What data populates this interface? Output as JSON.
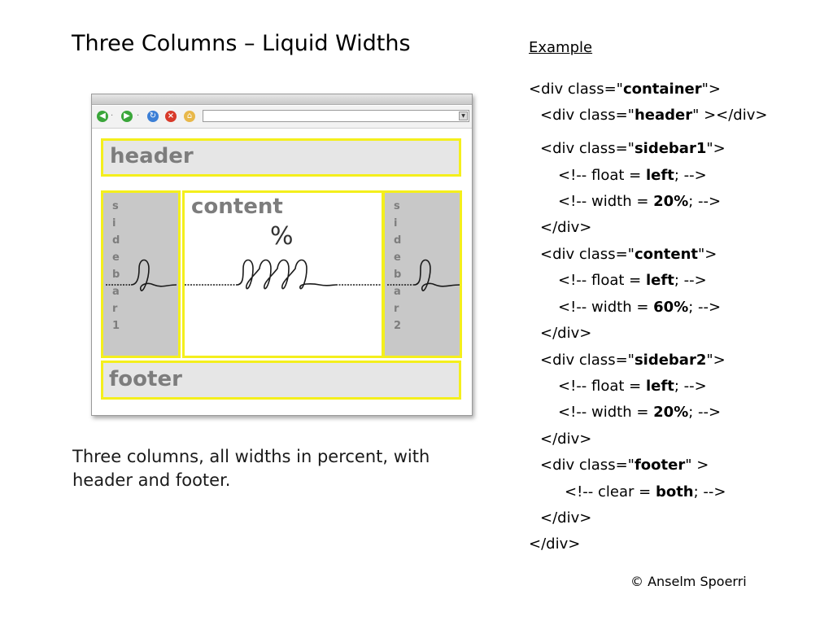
{
  "slide": {
    "title": "Three Columns – Liquid Widths",
    "caption": "Three columns, all widths in percent, with header and footer.",
    "copyright": "© Anselm Spoerri"
  },
  "mockup": {
    "header_label": "header",
    "footer_label": "footer",
    "sidebar1_label": "sidebar1",
    "sidebar2_label": "sidebar2",
    "content_label": "content",
    "percent_label": "%",
    "toolbar_icons": [
      "back-arrow-icon",
      "forward-arrow-icon",
      "refresh-icon",
      "stop-icon",
      "home-icon"
    ],
    "highlight_color": "#f4ef1c"
  },
  "example": {
    "title": "Example",
    "lines": [
      {
        "pre": "<div class=\"",
        "bold": "container",
        "post": "\">"
      },
      {
        "pre": "<div class=\"",
        "bold": "header",
        "post": "\" ></div>"
      },
      {
        "pre": "<div class=\"",
        "bold": "sidebar1",
        "post": "\">"
      },
      {
        "pre": "<!-- float = ",
        "bold": "left",
        "post": "; -->"
      },
      {
        "pre": "<!-- width = ",
        "bold": "20%",
        "post": "; -->"
      },
      {
        "pre": "</div>",
        "bold": "",
        "post": ""
      },
      {
        "pre": "<div class=\"",
        "bold": "content",
        "post": "\">"
      },
      {
        "pre": "<!-- float = ",
        "bold": "left",
        "post": "; -->"
      },
      {
        "pre": "<!-- width = ",
        "bold": "60%",
        "post": "; -->"
      },
      {
        "pre": "</div>",
        "bold": "",
        "post": ""
      },
      {
        "pre": "<div class=\"",
        "bold": "sidebar2",
        "post": "\">"
      },
      {
        "pre": "<!-- float = ",
        "bold": "left",
        "post": "; -->"
      },
      {
        "pre": "<!-- width = ",
        "bold": "20%",
        "post": "; -->"
      },
      {
        "pre": "</div>",
        "bold": "",
        "post": ""
      },
      {
        "pre": "<div class=\"",
        "bold": "footer",
        "post": "\" >"
      },
      {
        "pre": "<!-- clear = ",
        "bold": "both",
        "post": "; -->"
      },
      {
        "pre": "</div>",
        "bold": "",
        "post": ""
      },
      {
        "pre": "</div>",
        "bold": "",
        "post": ""
      }
    ]
  }
}
